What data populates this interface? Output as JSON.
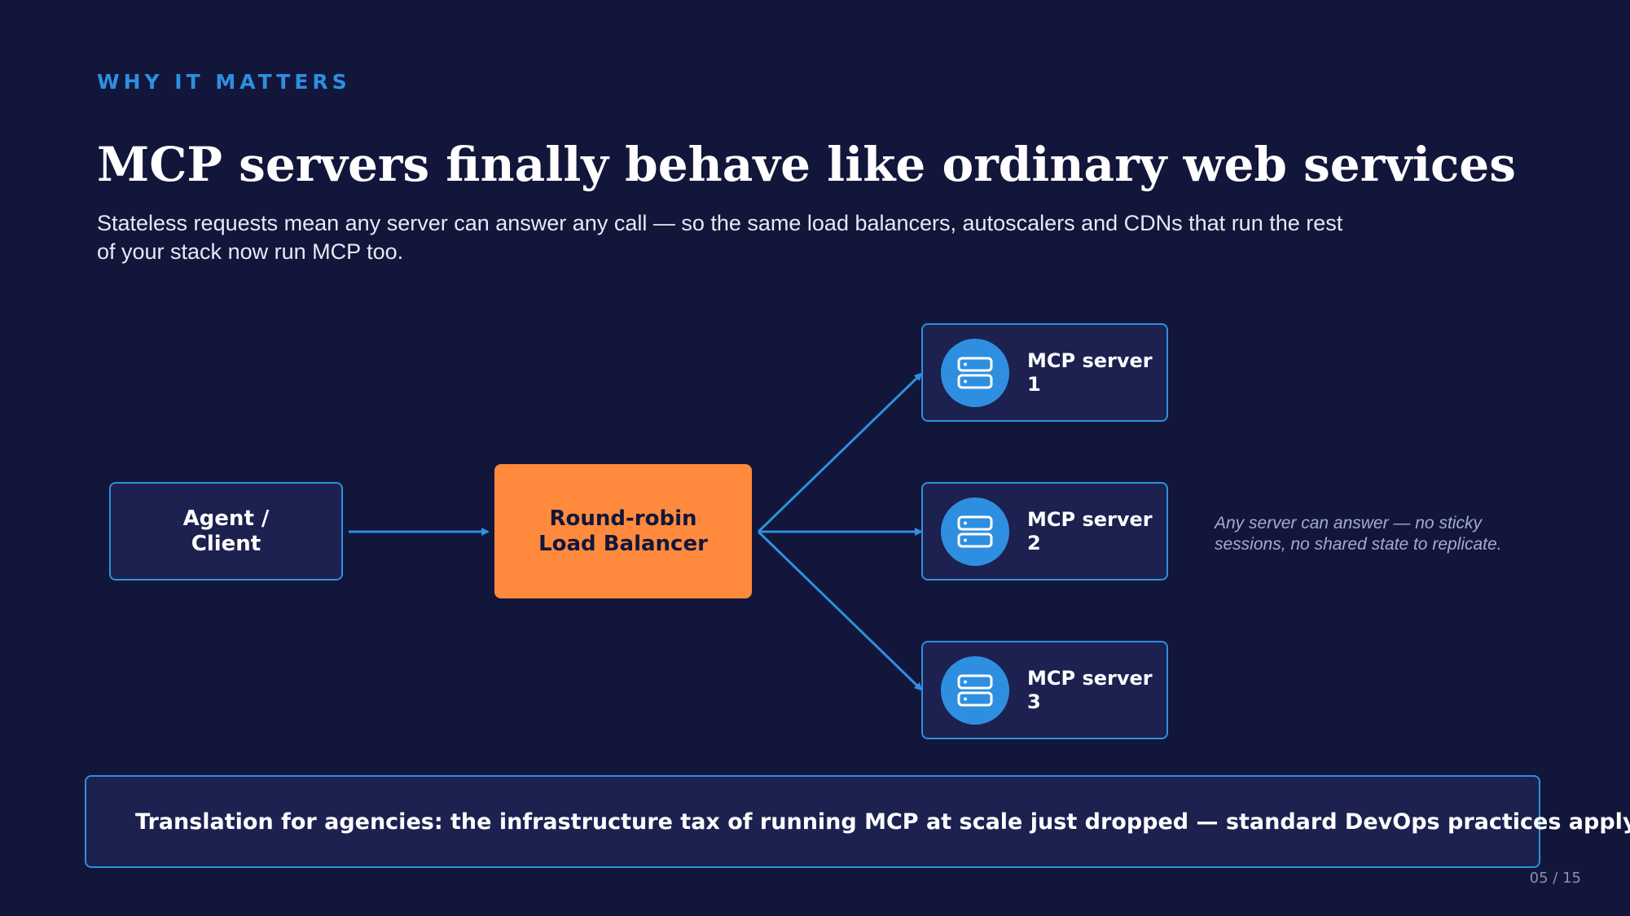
{
  "header": {
    "eyebrow": "WHY IT MATTERS",
    "title": "MCP servers finally behave like ordinary web services",
    "subtitle_line1": "Stateless requests mean any server can answer any call — so the same load balancers, autoscalers and CDNs that run the rest",
    "subtitle_line2": "of your stack now run MCP too."
  },
  "diagram": {
    "client": {
      "line1": "Agent /",
      "line2": "Client"
    },
    "load_balancer": {
      "line1": "Round-robin",
      "line2": "Load Balancer"
    },
    "servers": [
      {
        "line1": "MCP server",
        "line2": "1",
        "icon": "server-icon"
      },
      {
        "line1": "MCP server",
        "line2": "2",
        "icon": "server-icon"
      },
      {
        "line1": "MCP server",
        "line2": "3",
        "icon": "server-icon"
      }
    ],
    "note_line1": "Any server can answer — no sticky",
    "note_line2": "sessions, no shared state to replicate."
  },
  "callout": {
    "text": "Translation for agencies: the infrastructure tax of running MCP at scale just dropped — standard DevOps practices apply."
  },
  "footer": {
    "page_indicator": "05 / 15"
  },
  "colors": {
    "background": "#12163a",
    "accent_blue": "#2e8fe0",
    "accent_orange": "#ff8a3d",
    "box_fill": "#1c2150"
  }
}
